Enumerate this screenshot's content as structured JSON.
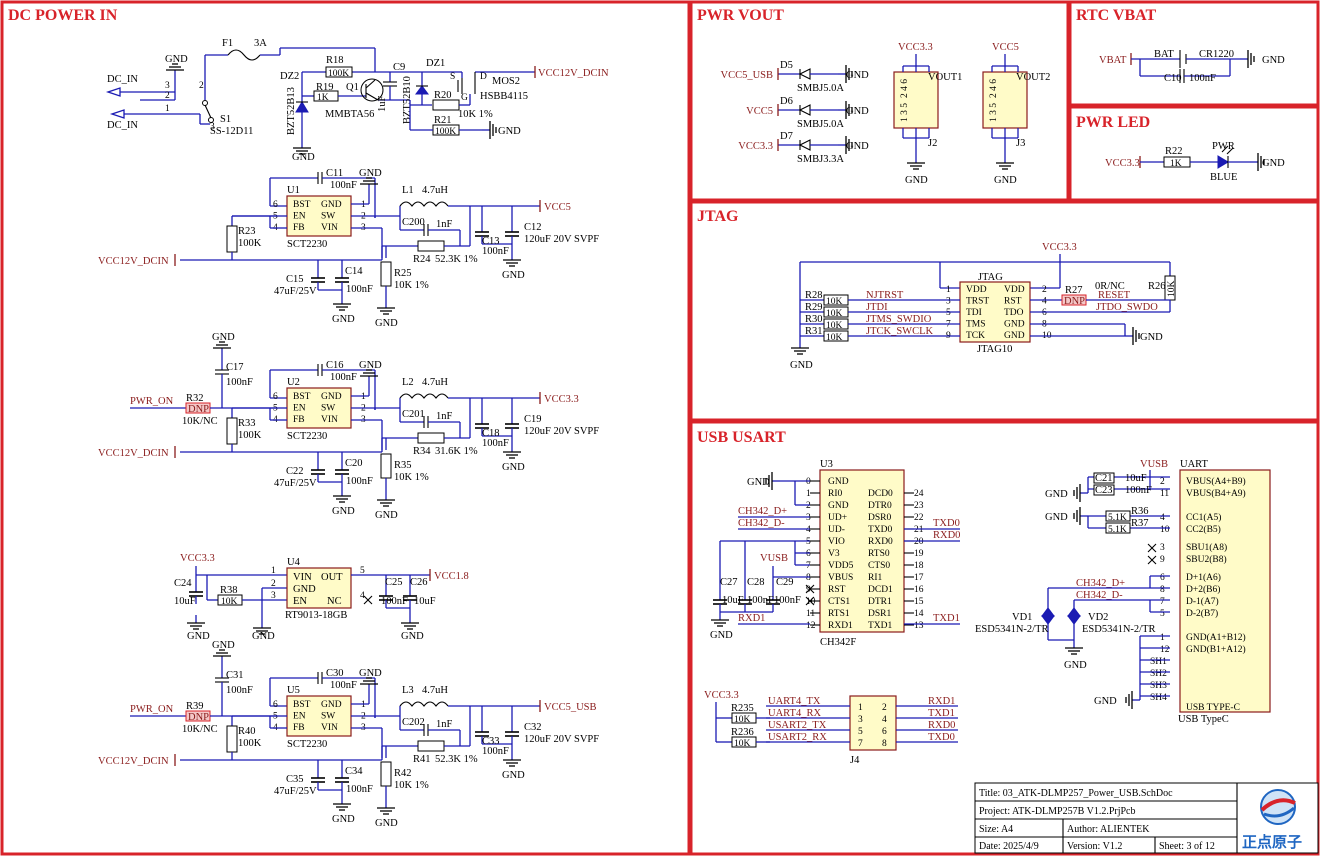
{
  "sections": {
    "dc_power_in": "DC POWER IN",
    "pwr_vout": "PWR VOUT",
    "rtc_vbat": "RTC VBAT",
    "pwr_led": "PWR LED",
    "jtag": "JTAG",
    "usb_usart": "USB USART"
  },
  "dc_power_in": {
    "f1": "F1",
    "f1_val": "3A",
    "dc_in1": "DC_IN",
    "dc_in2": "DC_IN",
    "s1": "S1",
    "s1_val": "SS-12D11",
    "r18": "R18",
    "r18_val": "100K",
    "r19": "R19",
    "r19_val": "1K",
    "q1": "Q1",
    "q1_val": "MMBTA56",
    "c9": "C9",
    "c9_val": "1uF",
    "dz1": "DZ1",
    "dz1_val": "BZT52B10",
    "dz2": "DZ2",
    "dz2_val": "BZT52B13",
    "r20": "R20",
    "r20_val": "10K 1%",
    "r21": "R21",
    "r21_val": "100K",
    "mos2": "MOS2",
    "mos2_val": "HSBB4115",
    "vcc12v": "VCC12V_DCIN",
    "gnd": "GND"
  },
  "buck1": {
    "u": "U1",
    "part": "SCT2230",
    "c_bst": "C11",
    "c_bst_val": "100nF",
    "l": "L1",
    "l_val": "4.7uH",
    "c_ff": "C200",
    "c_ff_val": "1nF",
    "r_top": "R24",
    "r_top_val": "52.3K 1%",
    "r_bot": "R25",
    "r_bot_val": "10K 1%",
    "r_en": "R23",
    "r_en_val": "100K",
    "c_in1": "C15",
    "c_in1_val": "47uF/25V",
    "c_in2": "C14",
    "c_in2_val": "100nF",
    "c_out1": "C13",
    "c_out1_val": "100nF",
    "c_out2": "C12",
    "c_out2_val": "120uF 20V SVPF",
    "vout": "VCC5",
    "vin": "VCC12V_DCIN"
  },
  "buck2": {
    "u": "U2",
    "part": "SCT2230",
    "c_bst": "C16",
    "c_bst_val": "100nF",
    "l": "L2",
    "l_val": "4.7uH",
    "c_ff": "C201",
    "c_ff_val": "1nF",
    "r_top": "R34",
    "r_top_val": "31.6K 1%",
    "r_bot": "R35",
    "r_bot_val": "10K 1%",
    "r_en": "R33",
    "r_en_val": "100K",
    "r_pwr": "R32",
    "r_pwr_val": "10K/NC",
    "c_en": "C17",
    "c_en_val": "100nF",
    "c_in1": "C22",
    "c_in1_val": "47uF/25V",
    "c_in2": "C20",
    "c_in2_val": "100nF",
    "c_out1": "C18",
    "c_out1_val": "100nF",
    "c_out2": "C19",
    "c_out2_val": "120uF 20V SVPF",
    "vout": "VCC3.3",
    "vin": "VCC12V_DCIN",
    "pwr_on": "PWR_ON"
  },
  "ldo": {
    "u": "U4",
    "part": "RT9013-18GB",
    "vin_net": "VCC3.3",
    "vout_net": "VCC1.8",
    "c24": "C24",
    "c24_val": "10uF",
    "r38": "R38",
    "r38_val": "10K",
    "c25": "C25",
    "c25_val": "100nF",
    "c26": "C26",
    "c26_val": "10uF",
    "pins": [
      "VIN",
      "GND",
      "EN",
      "OUT",
      "NC"
    ]
  },
  "buck3": {
    "u": "U5",
    "part": "SCT2230",
    "c_bst": "C30",
    "c_bst_val": "100nF",
    "l": "L3",
    "l_val": "4.7uH",
    "c_ff": "C202",
    "c_ff_val": "1nF",
    "r_top": "R41",
    "r_top_val": "52.3K 1%",
    "r_bot": "R42",
    "r_bot_val": "10K 1%",
    "r_en": "R40",
    "r_en_val": "100K",
    "r_pwr": "R39",
    "r_pwr_val": "10K/NC",
    "c_en": "C31",
    "c_en_val": "100nF",
    "c_in1": "C35",
    "c_in1_val": "47uF/25V",
    "c_in2": "C34",
    "c_in2_val": "100nF",
    "c_out1": "C33",
    "c_out1_val": "100nF",
    "c_out2": "C32",
    "c_out2_val": "120uF 20V SVPF",
    "vout": "VCC5_USB",
    "vin": "VCC12V_DCIN",
    "pwr_on": "PWR_ON"
  },
  "sct_pins": [
    "BST",
    "EN",
    "FB",
    "GND",
    "SW",
    "VIN"
  ],
  "dnp": "DNP",
  "pwr_vout": {
    "d5": "D5",
    "d5_net": "VCC5_USB",
    "d5_val": "SMBJ5.0A",
    "d6": "D6",
    "d6_net": "VCC5",
    "d6_val": "SMBJ5.0A",
    "d7": "D7",
    "d7_net": "VCC3.3",
    "d7_val": "SMBJ3.3A",
    "vout1": "VOUT1",
    "vout1_net": "VCC3.3",
    "j2": "J2",
    "vout2": "VOUT2",
    "vout2_net": "VCC5",
    "j3": "J3"
  },
  "rtc": {
    "vbat": "VBAT",
    "bat": "BAT",
    "cr": "CR1220",
    "c10": "C10",
    "c10_val": "100nF"
  },
  "led": {
    "net": "VCC3.3",
    "r22": "R22",
    "r22_val": "1K",
    "pwr": "PWR",
    "color": "BLUE"
  },
  "jtag": {
    "vcc": "VCC3.3",
    "title": "JTAG",
    "part": "JTAG10",
    "r28": "R28",
    "r29": "R29",
    "r30": "R30",
    "r31": "R31",
    "r_val": "10K",
    "n1": "NJTRST",
    "n2": "JTDI",
    "n3": "JTMS_SWDIO",
    "n4": "JTCK_SWCLK",
    "r27": "R27",
    "r27_val": "0R/NC",
    "r26": "R26",
    "r26_val": "10K",
    "reset": "RESET",
    "tdo": "JTDO_SWDO",
    "left_pins": [
      "VDD",
      "TRST",
      "TDI",
      "TMS",
      "TCK"
    ],
    "right_pins": [
      "VDD",
      "RST",
      "TDO",
      "GND",
      "GND"
    ]
  },
  "usb": {
    "u3": "U3",
    "u3_part": "CH342F",
    "u3_left": [
      "GND",
      "RI0",
      "GND",
      "UD+",
      "UD-",
      "VIO",
      "V3",
      "VDD5",
      "VBUS",
      "RST",
      "CTS1",
      "RTS1",
      "RXD1"
    ],
    "u3_right": [
      "DCD0",
      "DTR0",
      "DSR0",
      "TXD0",
      "RXD0",
      "RTS0",
      "CTS0",
      "RI1",
      "DCD1",
      "DTR1",
      "DSR1",
      "TXD1"
    ],
    "ch_dp": "CH342_D+",
    "ch_dm": "CH342_D-",
    "txd0": "TXD0",
    "rxd0": "RXD0",
    "rxd1": "RXD1",
    "txd1": "TXD1",
    "vusb": "VUSB",
    "c27": "C27",
    "c27_val": "10uF",
    "c28": "C28",
    "c28_val": "100nF",
    "c29": "C29",
    "c29_val": "100nF",
    "uart": "UART",
    "uart_part": "USB TypeC",
    "uart_pins": [
      "VBUS(A4+B9)",
      "VBUS(B4+A9)",
      "CC1(A5)",
      "CC2(B5)",
      "SBU1(A8)",
      "SBU2(B8)",
      "D+1(A6)",
      "D+2(B6)",
      "D-1(A7)",
      "D-2(B7)",
      "GND(A1+B12)",
      "GND(B1+A12)",
      "USB TYPE-C"
    ],
    "c21": "C21",
    "c21_val": "10uF",
    "c23": "C23",
    "c23_val": "100nF",
    "r36": "R36",
    "r37": "R37",
    "r_cc_val": "5.1K",
    "vd1": "VD1",
    "vd2": "VD2",
    "vd_val": "ESD5341N-2/TR",
    "sh": [
      "SH1",
      "SH2",
      "SH3",
      "SH4"
    ],
    "j4": "J4",
    "j4_vcc": "VCC3.3",
    "r235": "R235",
    "r236": "R236",
    "j4_left": [
      "UART4_TX",
      "UART4_RX",
      "USART2_TX",
      "USART2_RX"
    ],
    "j4_right": [
      "RXD1",
      "TXD1",
      "RXD0",
      "TXD0"
    ]
  },
  "title_block": {
    "title": "Title: 03_ATK-DLMP257_Power_USB.SchDoc",
    "project": "Project: ATK-DLMP257B V1.2.PrjPcb",
    "size": "Size: A4",
    "author": "Author:  ALIENTEK",
    "date": "Date:  2025/4/9",
    "version": "Version:  V1.2",
    "sheet": "Sheet:  3  of  12",
    "logo_text": "正点原子"
  }
}
